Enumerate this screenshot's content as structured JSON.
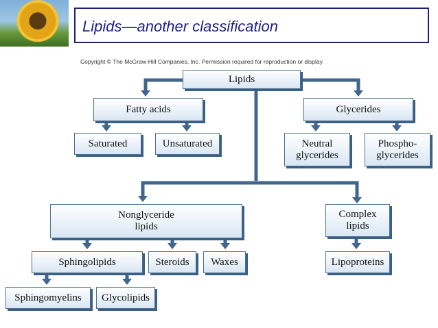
{
  "header": {
    "title": "Lipids—another classification"
  },
  "figure": {
    "copyright": "Copyright © The McGraw-Hill Companies, Inc. Permission required for reproduction or display."
  },
  "nodes": {
    "lipids": "Lipids",
    "fatty_acids": "Fatty acids",
    "glycerides": "Glycerides",
    "saturated": "Saturated",
    "unsaturated": "Unsaturated",
    "neutral_glycerides": "Neutral\nglycerides",
    "phosphoglycerides": "Phospho-\nglycerides",
    "nonglyceride_lipids": "Nonglyceride\nlipids",
    "complex_lipids": "Complex\nlipids",
    "sphingolipids": "Sphingolipids",
    "steroids": "Steroids",
    "waxes": "Waxes",
    "lipoproteins": "Lipoproteins",
    "sphingomyelins": "Sphingomyelins",
    "glycolipids": "Glycolipids"
  },
  "colors": {
    "title_text": "#1f1f86",
    "title_border": "#1d1f7a",
    "node_fill": "#d9e7f4",
    "node_border": "#4d6f8f",
    "connector": "#41658c"
  }
}
